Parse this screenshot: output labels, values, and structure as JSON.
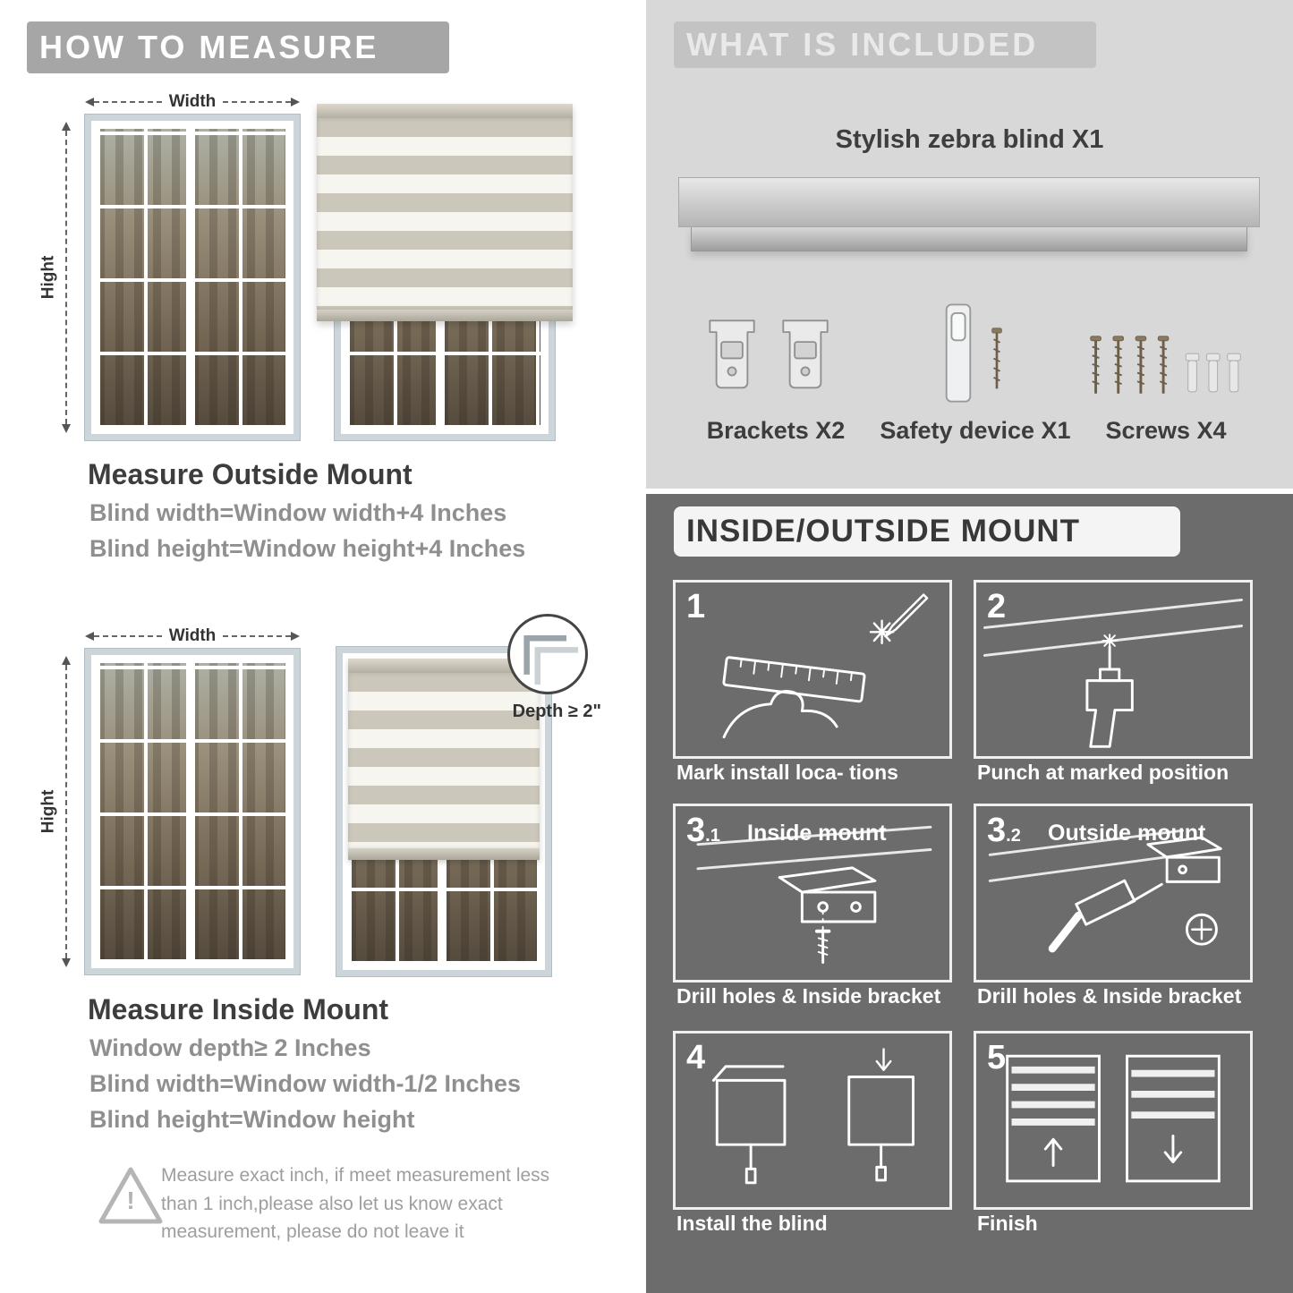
{
  "colors": {
    "header_gray": "#a6a6a6",
    "included_bg": "#d8d8d8",
    "included_header": "#c3c3c3",
    "mount_bg": "#6c6c6c",
    "text_dark": "#3d3d3d",
    "text_gray": "#8f8f8f",
    "white": "#ffffff"
  },
  "measure": {
    "header": "HOW TO MEASURE",
    "width_label": "Width",
    "height_label": "Hight",
    "depth_label": "Depth ≥ 2\"",
    "outside": {
      "title": "Measure Outside Mount",
      "lines": [
        "Blind width=Window width+4 Inches",
        "Blind height=Window height+4 Inches"
      ]
    },
    "inside": {
      "title": "Measure Inside Mount",
      "lines": [
        "Window depth≥ 2 Inches",
        "Blind width=Window width-1/2 Inches",
        "Blind height=Window height"
      ]
    },
    "warning": {
      "mark": "!",
      "text": "Measure exact inch, if meet measurement less than 1 inch,please also let us know exact measurement, please do not leave it"
    }
  },
  "included": {
    "header": "WHAT IS INCLUDED",
    "product": "Stylish zebra blind X1",
    "items": [
      {
        "label": "Brackets X2"
      },
      {
        "label": "Safety device X1"
      },
      {
        "label": "Screws X4"
      }
    ]
  },
  "mount": {
    "header": "INSIDE/OUTSIDE MOUNT",
    "steps": [
      {
        "num": "1",
        "caption": "Mark install loca- tions"
      },
      {
        "num": "2",
        "caption": "Punch at  marked position"
      },
      {
        "num": "3",
        "sub": ".1",
        "label": "Inside mount",
        "caption": "Drill holes &  Inside bracket"
      },
      {
        "num": "3",
        "sub": ".2",
        "label": "Outside mount",
        "caption": "Drill holes &  Inside bracket"
      },
      {
        "num": "4",
        "caption": "Install the blind"
      },
      {
        "num": "5",
        "caption": "Finish"
      }
    ]
  }
}
